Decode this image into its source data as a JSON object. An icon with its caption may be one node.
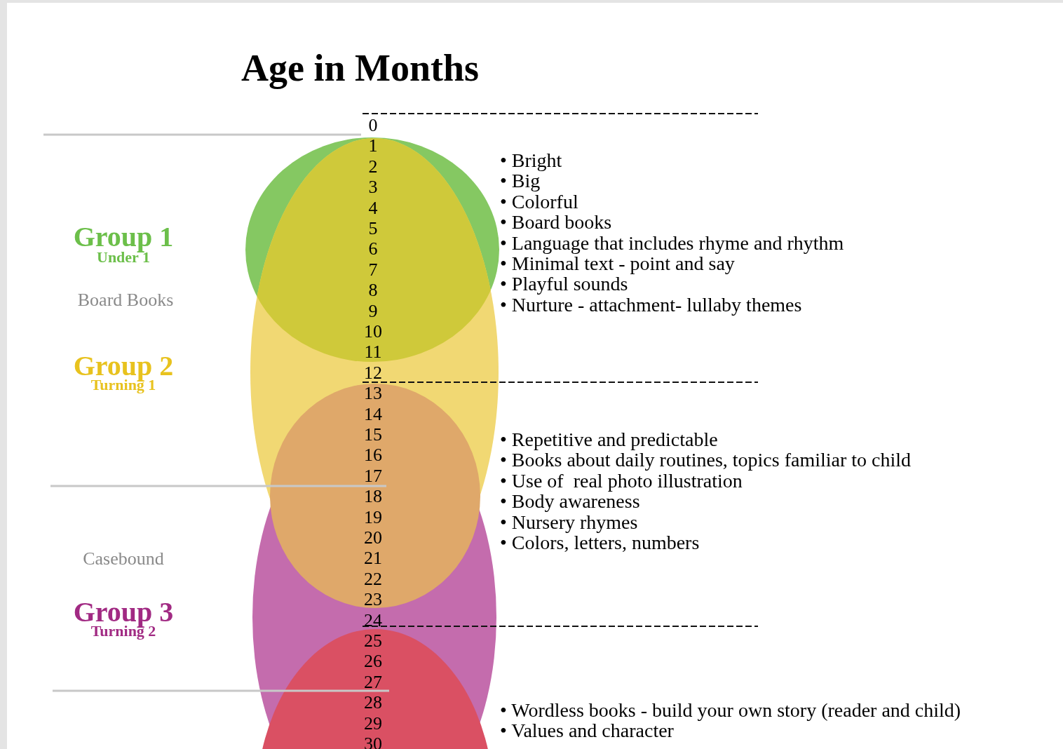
{
  "diagram": {
    "title": "Age in Months",
    "labels": [
      "Group 1",
      "Under 1",
      "Board Books",
      "Group 2",
      "Turning 1",
      "Casebound",
      "Group 3",
      "Turning 2",
      "0",
      "1",
      "2",
      "3",
      "4",
      "5",
      "6",
      "7",
      "8",
      "9",
      "10",
      "11",
      "12",
      "13",
      "14",
      "15",
      "16",
      "17",
      "18",
      "19",
      "20",
      "21",
      "22",
      "23",
      "24",
      "25",
      "26",
      "27",
      "28",
      "29",
      "30",
      "• Bright",
      "• Big",
      "• Colorful",
      "• Board books",
      "• Language that includes rhyme and rhythm",
      "• Minimal text - point and say",
      "• Playful sounds",
      "• Nurture - attachment- lullaby themes",
      "• Repetitive and predictable",
      "• Books about daily routines, topics familiar to child",
      "• Use of  real photo illustration",
      "• Body awareness",
      "• Nursery rhymes",
      "• Colors, letters, numbers",
      "• Wordless books - build your own story (reader and child)",
      "• Values and character"
    ]
  }
}
